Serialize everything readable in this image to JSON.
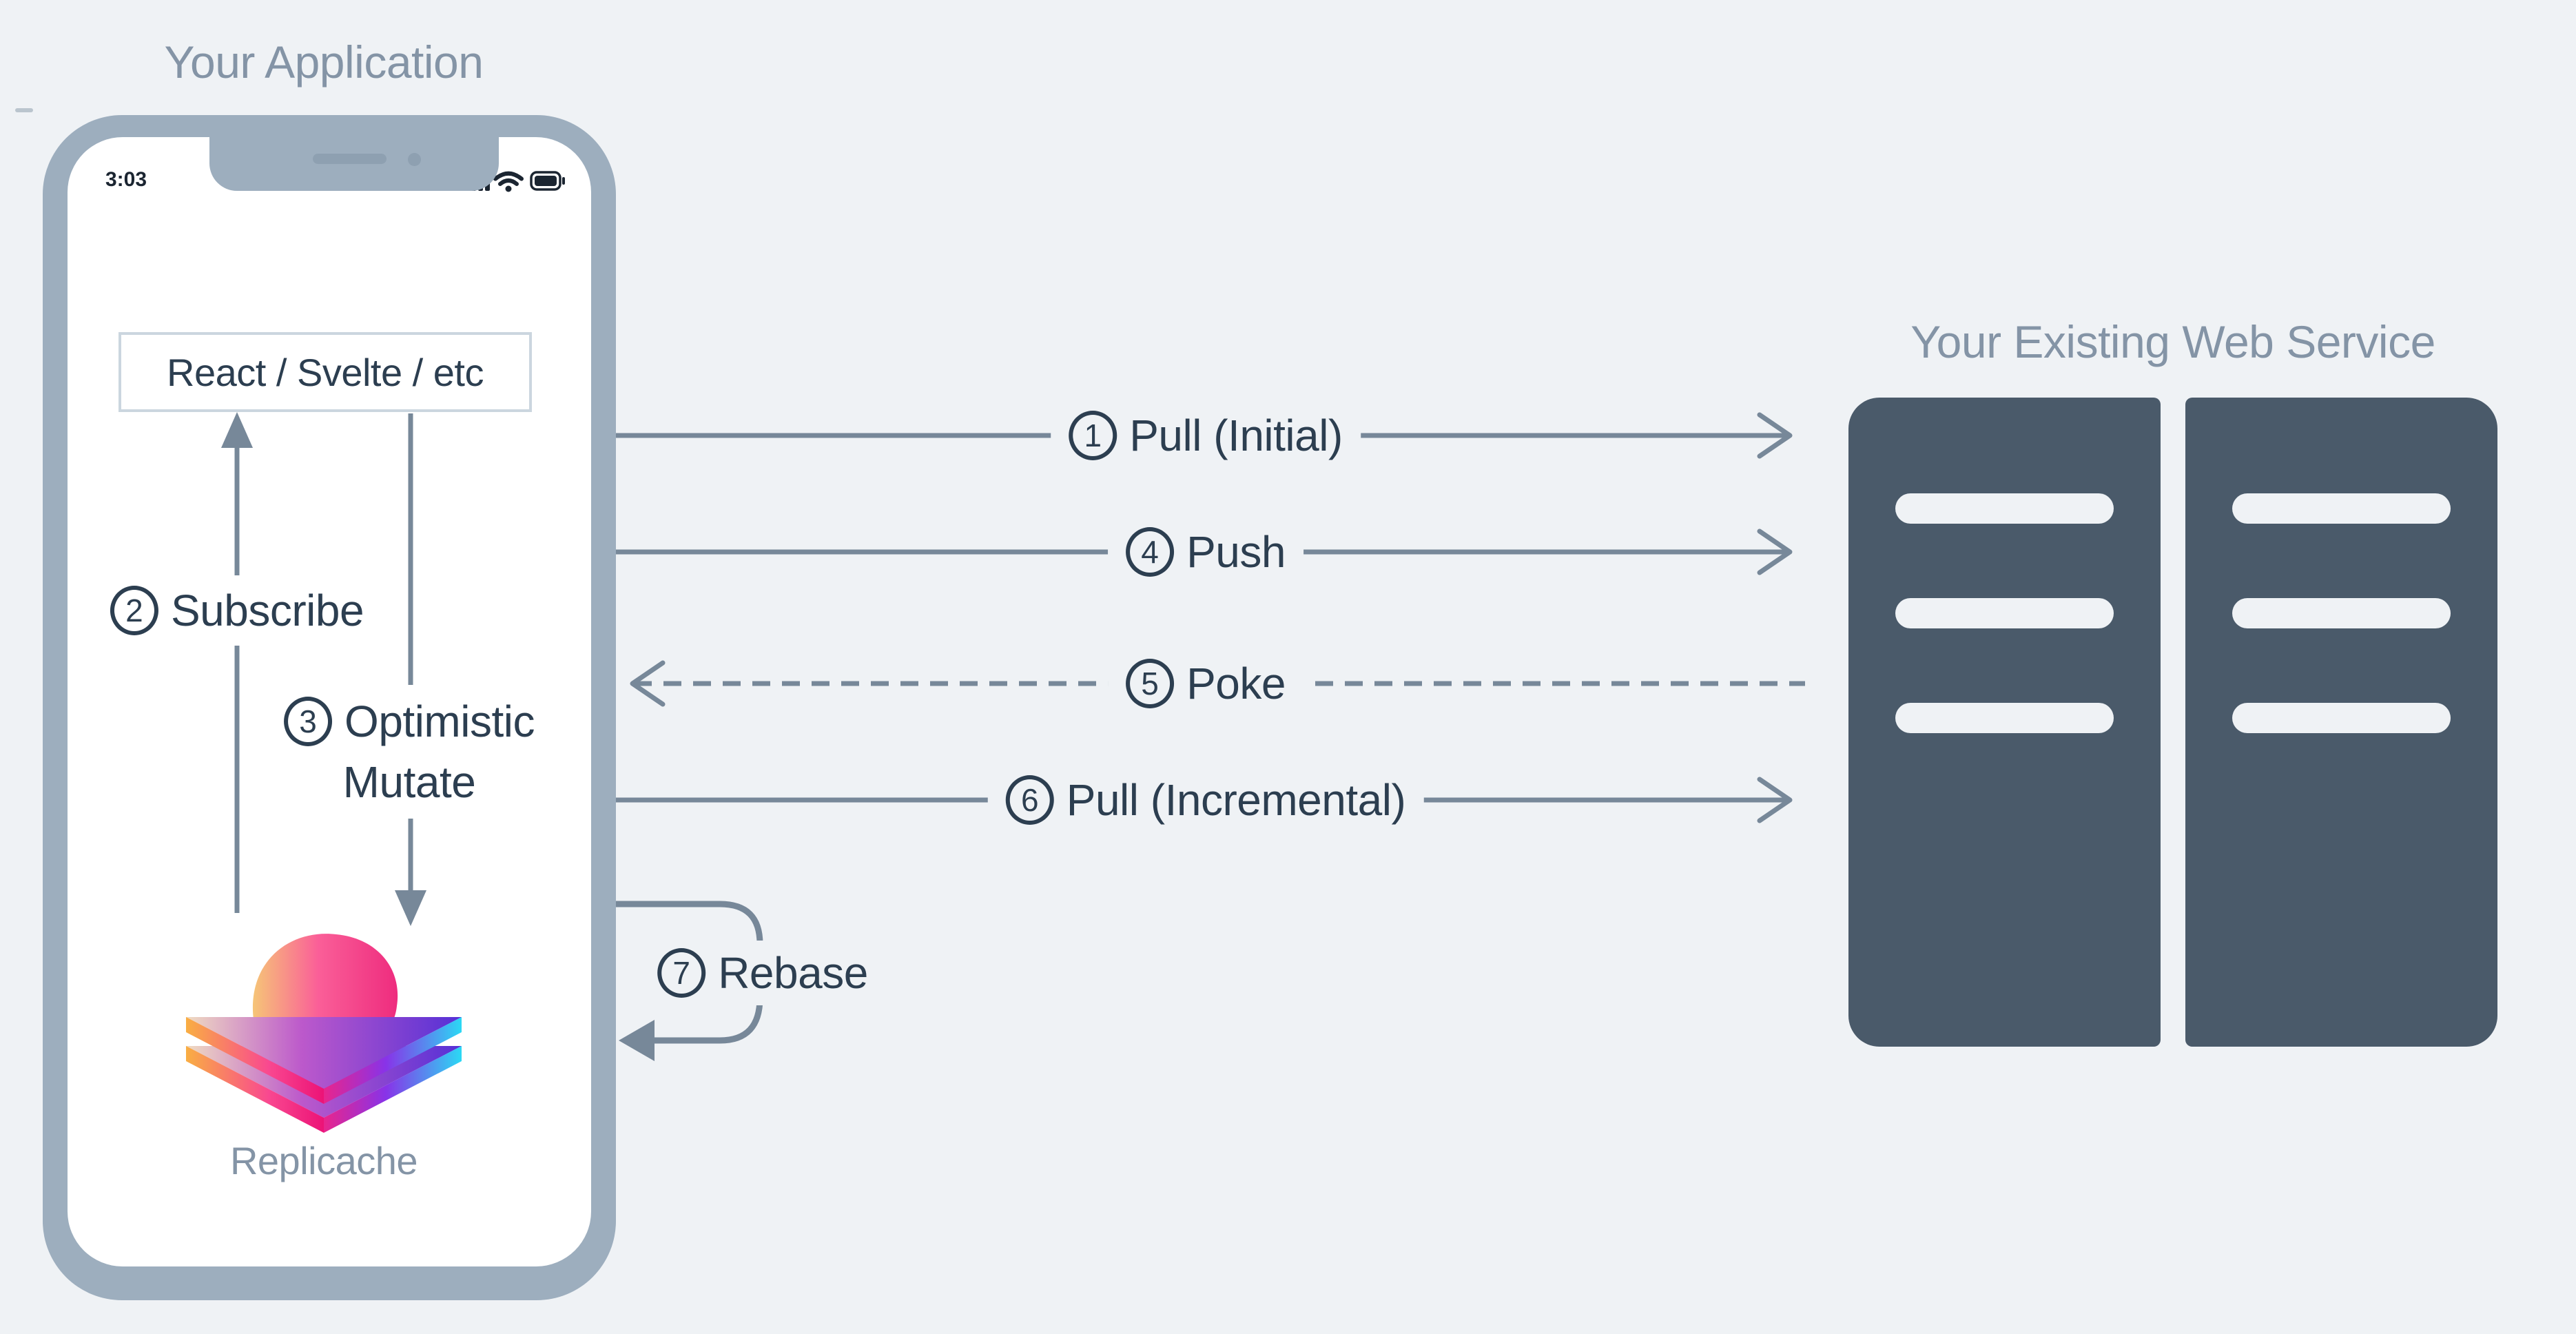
{
  "application": {
    "title": "Your Application",
    "status_bar": {
      "time": "3:03"
    },
    "ui_box": {
      "label": "React / Svelte / etc"
    },
    "logo": {
      "caption": "Replicache"
    },
    "internal_flows": [
      {
        "num": "2",
        "label": "Subscribe"
      },
      {
        "num": "3",
        "label": "Optimistic",
        "label_line2": "Mutate"
      }
    ]
  },
  "web_service": {
    "title": "Your Existing Web Service"
  },
  "sync_flows": [
    {
      "num": "1",
      "label": "Pull (Initial)",
      "direction": "right",
      "style": "solid"
    },
    {
      "num": "4",
      "label": "Push",
      "direction": "right",
      "style": "solid"
    },
    {
      "num": "5",
      "label": "Poke",
      "direction": "left",
      "style": "dashed"
    },
    {
      "num": "6",
      "label": "Pull (Incremental)",
      "direction": "right",
      "style": "solid"
    },
    {
      "num": "7",
      "label": "Rebase",
      "direction": "loop",
      "style": "solid"
    }
  ],
  "colors": {
    "background": "#EFF2F5",
    "phone_frame": "#9DAEBE",
    "connector": "#778899",
    "text_dark": "#2C3E50",
    "text_muted": "#8494A6",
    "server": "#4A5A6A"
  }
}
